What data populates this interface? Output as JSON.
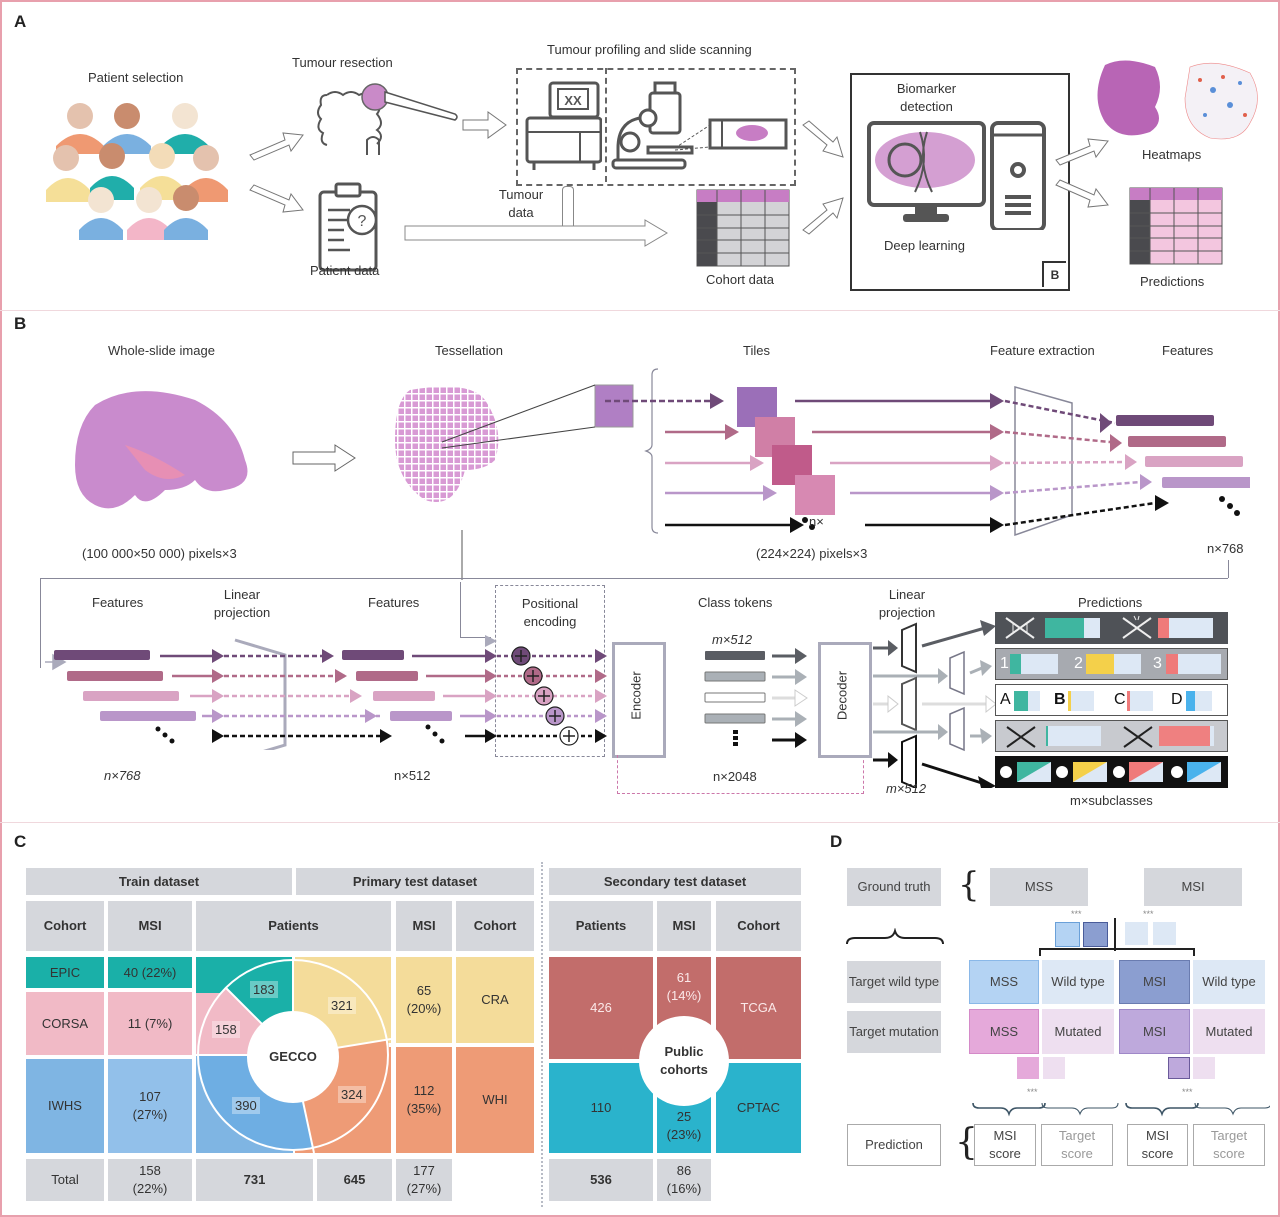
{
  "panels": {
    "a": "A",
    "b": "B",
    "c": "C",
    "d": "D"
  },
  "panel_a": {
    "patient_selection": "Patient selection",
    "tumour_resection": "Tumour resection",
    "profiling_title": "Tumour profiling and slide scanning",
    "patient_data": "Patient data",
    "tumour_data": "Tumour data",
    "cohort_data": "Cohort data",
    "biomarker_detection": "Biomarker detection",
    "deep_learning": "Deep learning",
    "box_ref": "B",
    "heatmaps": "Heatmaps",
    "predictions": "Predictions",
    "colors": {
      "tissue": "#c77dc4",
      "table_header": "#c77dc4",
      "prediction_cells": "#f3c6df",
      "cohort_cells": "#d3d3d6"
    }
  },
  "panel_b": {
    "whole_slide_image": "Whole-slide image",
    "wsi_size": "(100 000×50 000) pixels×3",
    "tessellation": "Tessellation",
    "tiles": "Tiles",
    "tile_size": "(224×224) pixels×3",
    "n_times": "n×",
    "feature_extraction": "Feature extraction",
    "features": "Features",
    "n768": "n×768",
    "features_2": "Features",
    "linear_projection": "Linear projection",
    "features_3": "Features",
    "n768_b": "n×768",
    "n512": "n×512",
    "positional_encoding": "Positional encoding",
    "encoder": "Encoder",
    "class_tokens": "Class tokens",
    "m512": "m×512",
    "decoder": "Decoder",
    "n2048": "n×2048",
    "linear_projection_2": "Linear projection",
    "m512_b": "m×512",
    "predictions": "Predictions",
    "m_subclasses": "m×subclasses",
    "prediction_labels": {
      "n1": "1",
      "n2": "2",
      "n3": "3",
      "a": "A",
      "b": "B",
      "c": "C",
      "d": "D"
    },
    "feature_colors": [
      "#6f4a78",
      "#b06a88",
      "#d9a3c3",
      "#b996c9",
      "#111111"
    ]
  },
  "panel_c": {
    "train_header": "Train dataset",
    "primary_header": "Primary test dataset",
    "secondary_header": "Secondary test dataset",
    "col_cohort": "Cohort",
    "col_msi": "MSI",
    "col_patients": "Patients",
    "col_msi_2": "MSI",
    "col_cohort_2": "Cohort",
    "sec_patients": "Patients",
    "sec_msi": "MSI",
    "sec_cohort": "Cohort",
    "center_label": "GECCO",
    "public_label": "Public cohorts",
    "train_rows": [
      {
        "cohort": "EPIC",
        "msi": "40 (22%)",
        "patients": "183",
        "color": "#1ab0a8"
      },
      {
        "cohort": "CORSA",
        "msi": "11 (7%)",
        "patients": "158",
        "color": "#f1bac6"
      },
      {
        "cohort": "IWHS",
        "msi": "107 (27%)",
        "patients": "390",
        "color": "#7fb5e3"
      }
    ],
    "primary_rows": [
      {
        "cohort": "CRA",
        "msi": "65 (20%)",
        "patients": "321",
        "color": "#f4dc9a"
      },
      {
        "cohort": "WHI",
        "msi": "112 (35%)",
        "patients": "324",
        "color": "#ee9b76"
      }
    ],
    "train_total": {
      "label": "Total",
      "msi": "158 (22%)",
      "patients": "731"
    },
    "primary_total": {
      "patients": "645",
      "msi": "177 (27%)"
    },
    "secondary_rows": [
      {
        "cohort": "TCGA",
        "patients": "426",
        "msi": "61 (14%)",
        "color": "#c26d6b"
      },
      {
        "cohort": "CPTAC",
        "patients": "110",
        "msi": "25 (23%)",
        "color": "#2ab3cc"
      }
    ],
    "secondary_total": {
      "patients": "536",
      "msi": "86 (16%)"
    },
    "header_color": "#d5d7dc"
  },
  "panel_d": {
    "ground_truth": "Ground truth",
    "gt_mss": "MSS",
    "gt_msi": "MSI",
    "stars_1": "***",
    "stars_2": "***",
    "stars_3": "***",
    "stars_4": "***",
    "target_wild_type": "Target wild type",
    "target_mutation": "Target mutation",
    "grid": [
      [
        "MSS",
        "Wild type",
        "MSI",
        "Wild type"
      ],
      [
        "MSS",
        "Mutated",
        "MSI",
        "Mutated"
      ]
    ],
    "prediction": "Prediction",
    "msi_score": "MSI score",
    "target_score": "Target score",
    "msi_score_2": "MSI score",
    "target_score_2": "Target score",
    "colors": {
      "mss_wt": "#b4d3f3",
      "wt": "#dde8f5",
      "msi_wt": "#8b9ed0",
      "mss_mut": "#e5a9da",
      "mut": "#eedff0",
      "msi_mut": "#bea9dc"
    }
  }
}
